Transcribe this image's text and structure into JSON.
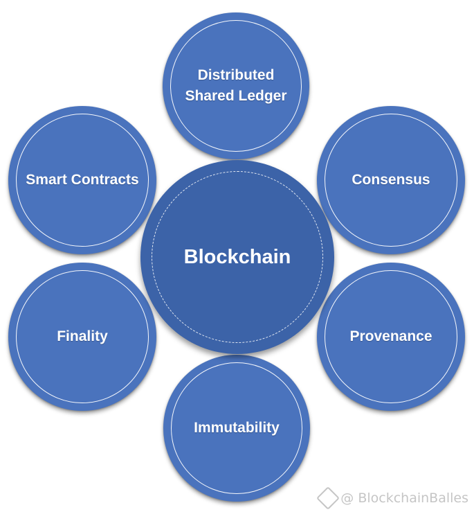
{
  "diagram": {
    "center": "Blockchain",
    "nodes": [
      "Distributed\nShared Ledger",
      "Consensus",
      "Provenance",
      "Immutability",
      "Finality",
      "Smart Contracts"
    ]
  },
  "colors": {
    "node_fill": "#4a73bd",
    "center_fill": "#3c63a8",
    "ring": "#ffffff"
  },
  "watermark": "@ BlockchainBalles"
}
